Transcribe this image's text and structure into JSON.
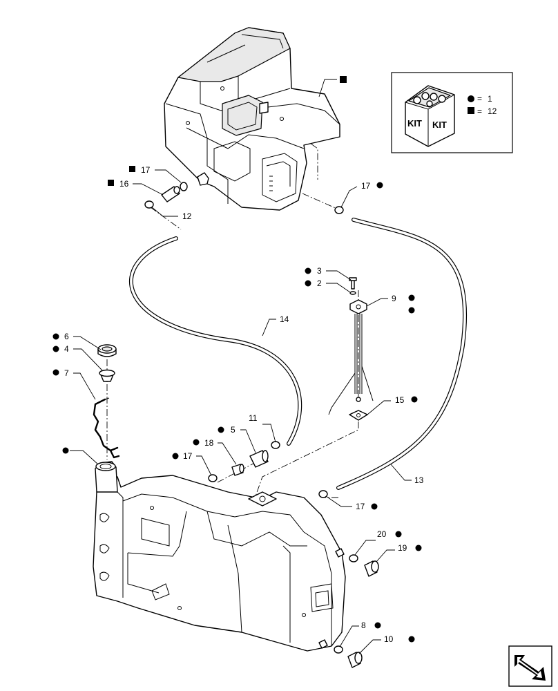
{
  "kit_box": {
    "kit_word": "KIT",
    "legend": [
      {
        "symbol": "dot",
        "eq": "=",
        "value": "1"
      },
      {
        "symbol": "square",
        "eq": "=",
        "value": "12"
      }
    ]
  },
  "callouts": [
    {
      "id": "c-upper-tank",
      "text": "",
      "mark": "square"
    },
    {
      "id": "c17a",
      "text": "17",
      "mark": "square"
    },
    {
      "id": "c16",
      "text": "16",
      "mark": "square"
    },
    {
      "id": "c12",
      "text": "12",
      "mark": ""
    },
    {
      "id": "c17b",
      "text": "17",
      "mark": "dot"
    },
    {
      "id": "c3",
      "text": "3",
      "mark": "dot"
    },
    {
      "id": "c2",
      "text": "2",
      "mark": "dot"
    },
    {
      "id": "c9",
      "text": "9",
      "mark": "dot2"
    },
    {
      "id": "c14",
      "text": "14",
      "mark": ""
    },
    {
      "id": "c6",
      "text": "6",
      "mark": "dot"
    },
    {
      "id": "c4",
      "text": "4",
      "mark": "dot"
    },
    {
      "id": "c7",
      "text": "7",
      "mark": "dot"
    },
    {
      "id": "c15",
      "text": "15",
      "mark": "dot"
    },
    {
      "id": "c11",
      "text": "11",
      "mark": ""
    },
    {
      "id": "c5",
      "text": "5",
      "mark": "dot"
    },
    {
      "id": "c18",
      "text": "18",
      "mark": "dot"
    },
    {
      "id": "c17c",
      "text": "17",
      "mark": "dot"
    },
    {
      "id": "c-lower-tank",
      "text": "",
      "mark": "dot"
    },
    {
      "id": "c13",
      "text": "13",
      "mark": ""
    },
    {
      "id": "c17d",
      "text": "17",
      "mark": "dot"
    },
    {
      "id": "c20",
      "text": "20",
      "mark": "dot"
    },
    {
      "id": "c19",
      "text": "19",
      "mark": "dot"
    },
    {
      "id": "c8",
      "text": "8",
      "mark": "dot"
    },
    {
      "id": "c10",
      "text": "10",
      "mark": "dot"
    }
  ],
  "nav_icon": "arrow-navigation-icon"
}
